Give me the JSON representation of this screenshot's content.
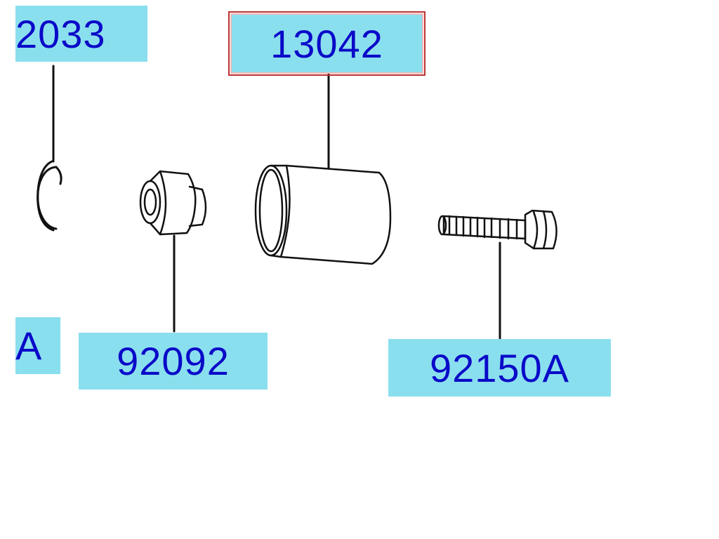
{
  "labels": {
    "part_2033": "2033",
    "part_13042": "13042",
    "part_92092": "92092",
    "part_92150A": "92150A",
    "part_partial_a": "A"
  },
  "colors": {
    "label_bg": "#8adfee",
    "label_text": "#0a0ac8",
    "selected_border": "#b33333"
  }
}
